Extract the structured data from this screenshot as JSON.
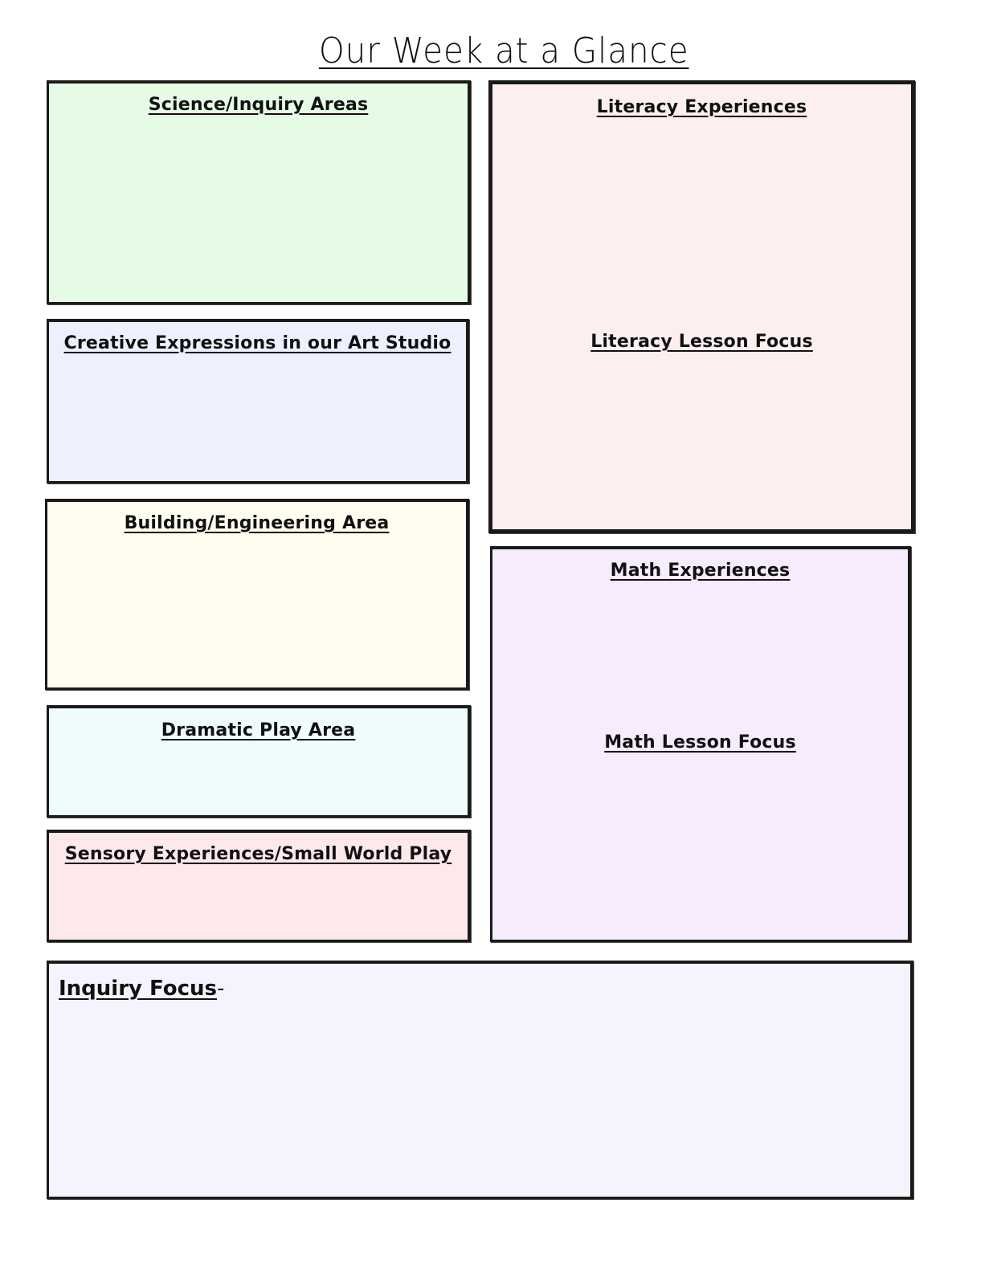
{
  "title": "Our Week at a Glance",
  "boxes": {
    "science": {
      "heading": "Science/Inquiry Areas",
      "color": "#e6fbe6"
    },
    "creative": {
      "heading": "Creative Expressions in our Art Studio",
      "color": "#eef1fd"
    },
    "building": {
      "heading": "Building/Engineering Area",
      "color": "#fefdf0"
    },
    "dramatic": {
      "heading": "Dramatic Play Area",
      "color": "#eefcfd"
    },
    "sensory": {
      "heading": "Sensory Experiences/Small World Play",
      "color": "#fde8ec"
    },
    "literacy": {
      "heading": "Literacy Experiences",
      "subheading": "Literacy Lesson Focus",
      "color": "#fdeff0"
    },
    "math": {
      "heading": "Math Experiences",
      "subheading": "Math Lesson Focus",
      "color": "#f6ecfd"
    },
    "inquiry": {
      "heading": "Inquiry Focus",
      "suffix": "-",
      "color": "#f3f4fd"
    }
  }
}
